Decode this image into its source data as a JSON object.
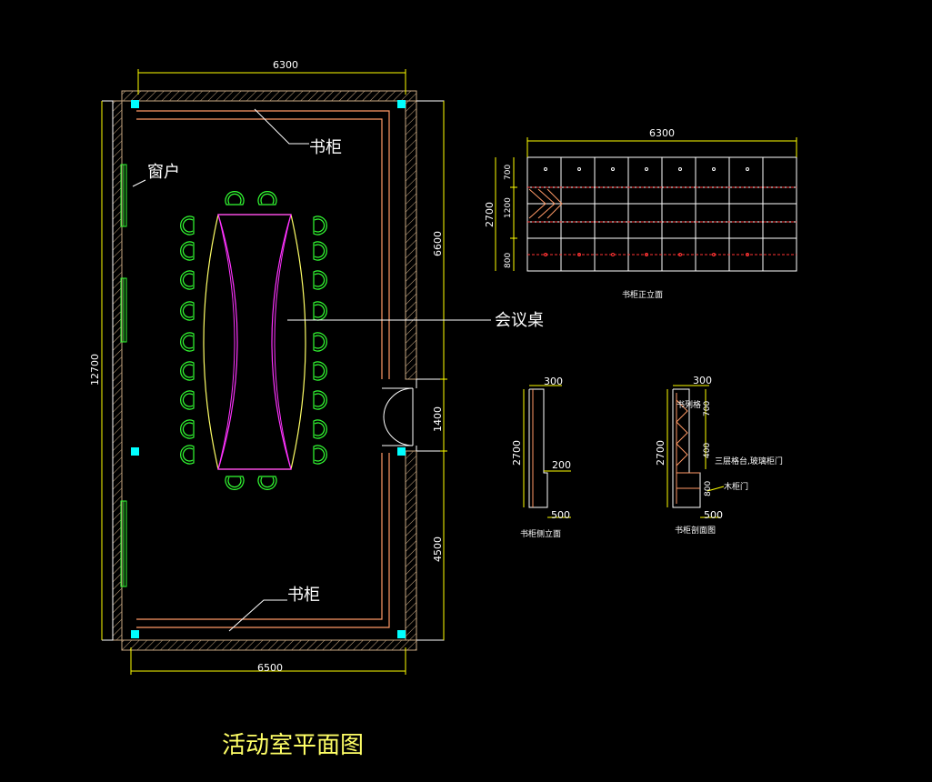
{
  "plan": {
    "title": "活动室平面图",
    "dim_top": "6300",
    "dim_bottom": "6500",
    "dim_left": "12700",
    "dim_right_upper": "6600",
    "dim_right_door": "1400",
    "dim_right_lower": "4500",
    "label_bookcase_top": "书柜",
    "label_bookcase_bottom": "书柜",
    "label_window": "窗户",
    "label_table": "会议桌"
  },
  "front_elevation": {
    "title": "书柜正立面",
    "dim_width": "6300",
    "dim_total": "2700",
    "dim_top_band": "700",
    "dim_mid_band": "1200",
    "dim_bottom_band": "800"
  },
  "side_elevation": {
    "title": "书柜侧立面",
    "dim_top": "300",
    "dim_height": "2700",
    "dim_step": "200",
    "dim_base": "500"
  },
  "section": {
    "title": "书柜剖面图",
    "dim_top": "300",
    "dim_height": "2700",
    "dim_upper": "700",
    "dim_middle": "400",
    "dim_lower": "800",
    "dim_base": "500",
    "note_upper": "书列格",
    "note_shelf": "三层格台,玻璃柜门",
    "note_door": "木柜门"
  },
  "colors": {
    "background": "#000000",
    "dimension": "#ffff00",
    "wall_hatch": "#c8a882",
    "bookcase_line": "#ff9966",
    "chairs": "#33ff33",
    "table_outline": "#ffff66",
    "table_inner": "#ff33ff",
    "columns": "#00ffff",
    "window": "#33ff33",
    "text": "#ffffff"
  }
}
